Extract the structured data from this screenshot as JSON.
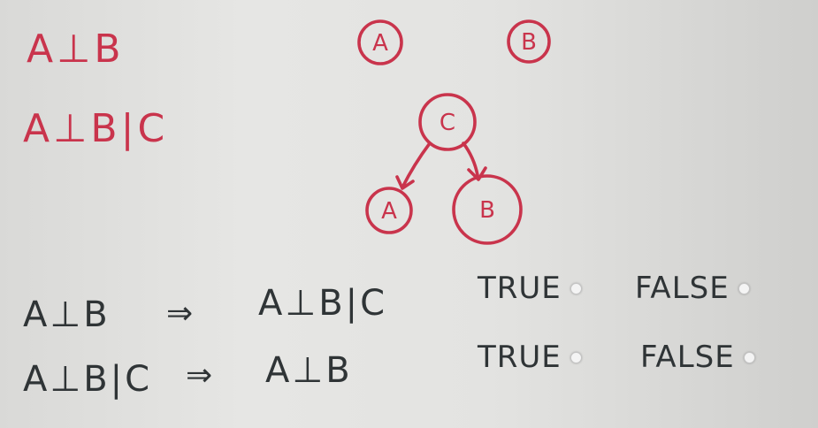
{
  "definitions": {
    "marginal": "A⊥B",
    "conditional": "A⊥B|C"
  },
  "graph1": {
    "node_a": "A",
    "node_b": "B"
  },
  "graph2": {
    "node_c": "C",
    "node_a": "A",
    "node_b": "B"
  },
  "questions": [
    {
      "premise": "A⊥B",
      "arrow": "⇒",
      "conclusion": "A⊥B|C",
      "true_label": "TRUE",
      "false_label": "FALSE"
    },
    {
      "premise": "A⊥B|C",
      "arrow": "⇒",
      "conclusion": "A⊥B",
      "true_label": "TRUE",
      "false_label": "FALSE"
    }
  ],
  "colors": {
    "ink_red": "#c9344c",
    "ink_dark": "#2f3436"
  }
}
